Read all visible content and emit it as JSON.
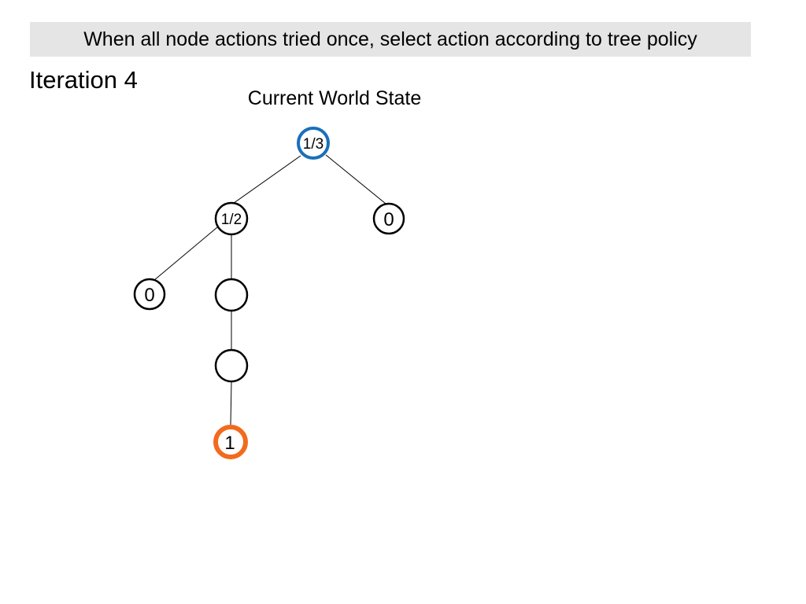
{
  "banner": {
    "text": "When all node actions tried once, select action according to tree policy"
  },
  "iteration": {
    "label": "Iteration 4"
  },
  "tree": {
    "root_label": "Current World State",
    "colors": {
      "root_ring": "#1a6fba",
      "highlight_ring": "#f26b1d",
      "default_ring": "#000000"
    },
    "nodes": {
      "root": "1/3",
      "left_child": "1/2",
      "right_child": "0",
      "left_left": "0",
      "left_mid": "",
      "left_mid_child": "",
      "leaf": "1"
    }
  }
}
